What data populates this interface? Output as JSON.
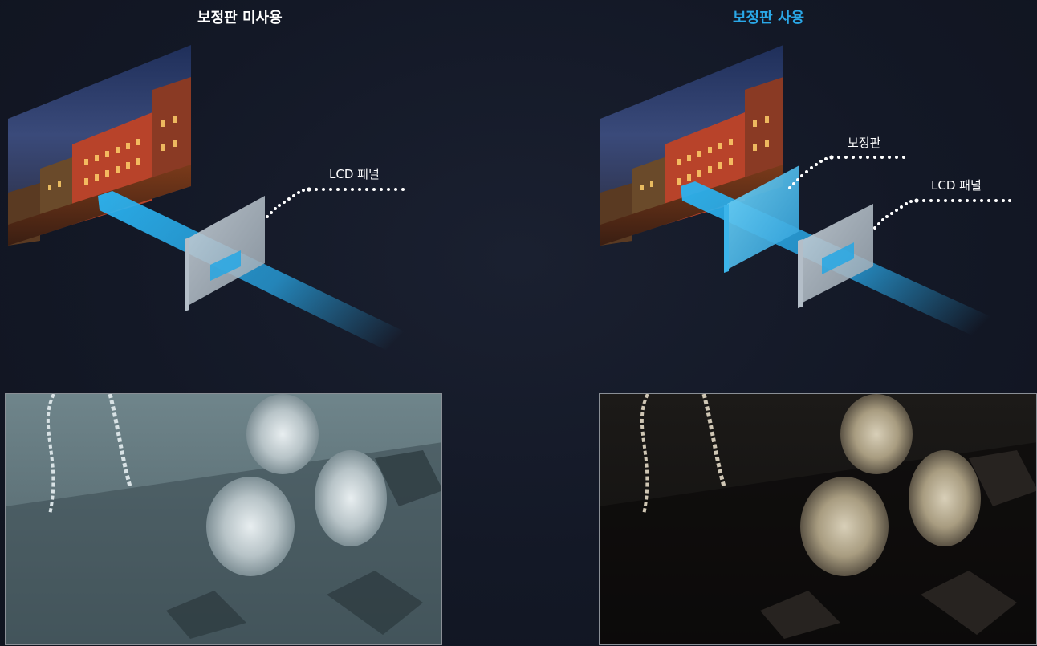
{
  "left_panel": {
    "title": "보정판 미사용",
    "lcd_label": "LCD 패널"
  },
  "right_panel": {
    "title": "보정판 사용",
    "plate_label": "보정판",
    "lcd_label": "LCD 패널"
  },
  "colors": {
    "accent_title": "#2aa8e8",
    "beam": "#29b6f6",
    "background": "#141a28"
  }
}
